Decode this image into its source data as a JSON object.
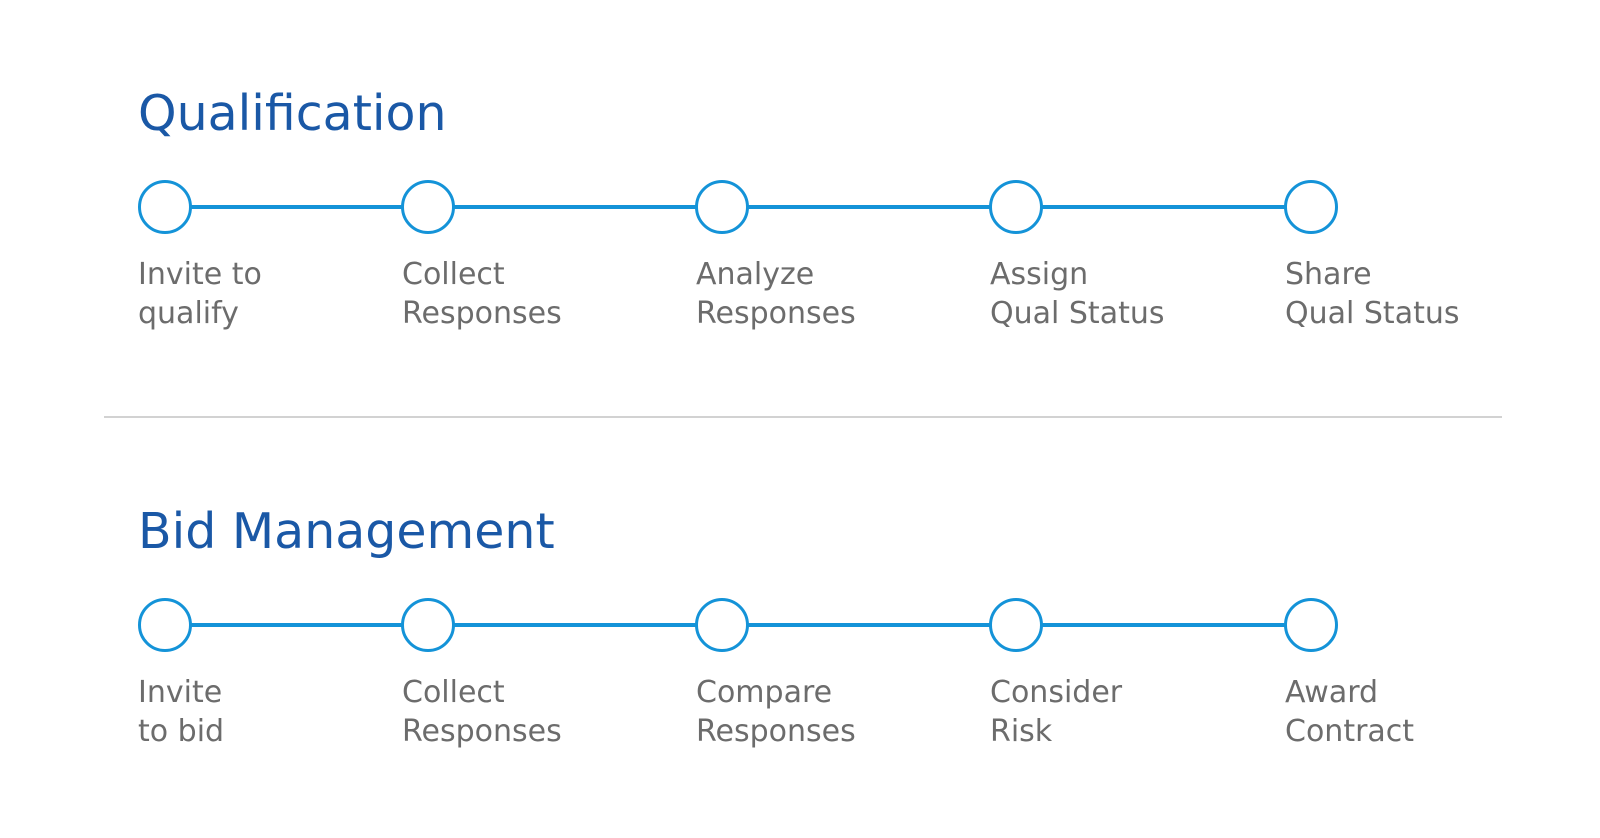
{
  "sections": [
    {
      "title": "Qualification",
      "steps": [
        {
          "line1": "Invite to",
          "line2": "qualify"
        },
        {
          "line1": "Collect",
          "line2": "Responses"
        },
        {
          "line1": "Analyze",
          "line2": "Responses"
        },
        {
          "line1": "Assign",
          "line2": "Qual Status"
        },
        {
          "line1": "Share",
          "line2": "Qual Status"
        }
      ]
    },
    {
      "title": "Bid Management",
      "steps": [
        {
          "line1": "Invite",
          "line2": "to bid"
        },
        {
          "line1": "Collect",
          "line2": "Responses"
        },
        {
          "line1": "Compare",
          "line2": "Responses"
        },
        {
          "line1": "Consider",
          "line2": "Risk"
        },
        {
          "line1": "Award",
          "line2": "Contract"
        }
      ]
    }
  ],
  "colors": {
    "title": "#1a58a6",
    "accent": "#1493d8",
    "label": "#6c6c6c",
    "divider": "#d2d2d2"
  }
}
